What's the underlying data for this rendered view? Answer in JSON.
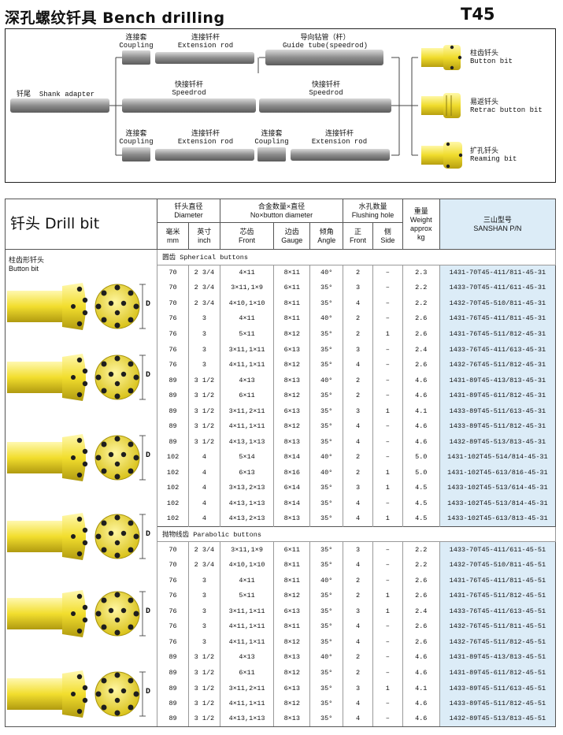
{
  "header": {
    "title": "深孔螺纹钎具 Bench drilling",
    "model": "T45"
  },
  "diagram": {
    "shank": {
      "cn": "钎尾",
      "en": "Shank adapter"
    },
    "row1": [
      {
        "cn": "连接套",
        "en": "Coupling"
      },
      {
        "cn": "连接钎杆",
        "en": "Extension rod"
      },
      {
        "cn": "导向钻管（杆）",
        "en": "Guide tube(speedrod)"
      }
    ],
    "row2": [
      {
        "cn": "快接钎杆",
        "en": "Speedrod"
      },
      {
        "cn": "快接钎杆",
        "en": "Speedrod"
      }
    ],
    "row3": [
      {
        "cn": "连接套",
        "en": "Coupling"
      },
      {
        "cn": "连接钎杆",
        "en": "Extension rod"
      },
      {
        "cn": "连接套",
        "en": "Coupling"
      },
      {
        "cn": "连接钎杆",
        "en": "Extension rod"
      }
    ],
    "bits": [
      {
        "cn": "柱齿钎头",
        "en": "Button bit"
      },
      {
        "cn": "易返钎头",
        "en": "Retrac button bit"
      },
      {
        "cn": "扩孔钎头",
        "en": "Reaming bit"
      }
    ]
  },
  "table": {
    "title": "钎头 Drill bit",
    "headers": {
      "diameter": "钎头直径\nDiameter",
      "mm": "毫米\nmm",
      "inch": "英寸\ninch",
      "buttons": "合金数量×直径\nNo×button diameter",
      "front": "芯齿\nFront",
      "gauge": "边齿\nGauge",
      "angle": "倾角\nAngle",
      "flushing": "水孔数量\nFlushing hole",
      "fhole": "正\nFront",
      "side": "侧\nSide",
      "weight": "重量\nWeight\napprox\nkg",
      "pn": "三山型号\nSANSHAN P/N"
    },
    "left_label": "柱齿形钎头\nButton bit",
    "d_label": "D",
    "sections": [
      {
        "label": "圆齿  Spherical buttons",
        "rows": [
          [
            "70",
            "2 3/4",
            "4×11",
            "8×11",
            "40°",
            "2",
            "–",
            "2.3",
            "1431-70T45-411/811-45-31"
          ],
          [
            "70",
            "2 3/4",
            "3×11,1×9",
            "6×11",
            "35°",
            "3",
            "–",
            "2.2",
            "1433-70T45-411/611-45-31"
          ],
          [
            "70",
            "2 3/4",
            "4×10,1×10",
            "8×11",
            "35°",
            "4",
            "–",
            "2.2",
            "1432-70T45-510/811-45-31"
          ],
          [
            "76",
            "3",
            "4×11",
            "8×11",
            "40°",
            "2",
            "–",
            "2.6",
            "1431-76T45-411/811-45-31"
          ],
          [
            "76",
            "3",
            "5×11",
            "8×12",
            "35°",
            "2",
            "1",
            "2.6",
            "1431-76T45-511/812-45-31"
          ],
          [
            "76",
            "3",
            "3×11,1×11",
            "6×13",
            "35°",
            "3",
            "–",
            "2.4",
            "1433-76T45-411/613-45-31"
          ],
          [
            "76",
            "3",
            "4×11,1×11",
            "8×12",
            "35°",
            "4",
            "–",
            "2.6",
            "1432-76T45-511/812-45-31"
          ],
          [
            "89",
            "3 1/2",
            "4×13",
            "8×13",
            "40°",
            "2",
            "–",
            "4.6",
            "1431-89T45-413/813-45-31"
          ],
          [
            "89",
            "3 1/2",
            "6×11",
            "8×12",
            "35°",
            "2",
            "–",
            "4.6",
            "1431-89T45-611/812-45-31"
          ],
          [
            "89",
            "3 1/2",
            "3×11,2×11",
            "6×13",
            "35°",
            "3",
            "1",
            "4.1",
            "1433-89T45-511/613-45-31"
          ],
          [
            "89",
            "3 1/2",
            "4×11,1×11",
            "8×12",
            "35°",
            "4",
            "–",
            "4.6",
            "1433-89T45-511/812-45-31"
          ],
          [
            "89",
            "3 1/2",
            "4×13,1×13",
            "8×13",
            "35°",
            "4",
            "–",
            "4.6",
            "1432-89T45-513/813-45-31"
          ],
          [
            "102",
            "4",
            "5×14",
            "8×14",
            "40°",
            "2",
            "–",
            "5.0",
            "1431-102T45-514/814-45-31"
          ],
          [
            "102",
            "4",
            "6×13",
            "8×16",
            "40°",
            "2",
            "1",
            "5.0",
            "1431-102T45-613/816-45-31"
          ],
          [
            "102",
            "4",
            "3×13,2×13",
            "6×14",
            "35°",
            "3",
            "1",
            "4.5",
            "1433-102T45-513/614-45-31"
          ],
          [
            "102",
            "4",
            "4×13,1×13",
            "8×14",
            "35°",
            "4",
            "–",
            "4.5",
            "1433-102T45-513/814-45-31"
          ],
          [
            "102",
            "4",
            "4×13,2×13",
            "8×13",
            "35°",
            "4",
            "1",
            "4.5",
            "1433-102T45-613/813-45-31"
          ]
        ]
      },
      {
        "label": "抛物线齿  Parabolic buttons",
        "rows": [
          [
            "70",
            "2 3/4",
            "3×11,1×9",
            "6×11",
            "35°",
            "3",
            "–",
            "2.2",
            "1433-70T45-411/611-45-51"
          ],
          [
            "70",
            "2 3/4",
            "4×10,1×10",
            "8×11",
            "35°",
            "4",
            "–",
            "2.2",
            "1432-70T45-510/811-45-51"
          ],
          [
            "76",
            "3",
            "4×11",
            "8×11",
            "40°",
            "2",
            "–",
            "2.6",
            "1431-76T45-411/811-45-51"
          ],
          [
            "76",
            "3",
            "5×11",
            "8×12",
            "35°",
            "2",
            "1",
            "2.6",
            "1431-76T45-511/812-45-51"
          ],
          [
            "76",
            "3",
            "3×11,1×11",
            "6×13",
            "35°",
            "3",
            "1",
            "2.4",
            "1433-76T45-411/613-45-51"
          ],
          [
            "76",
            "3",
            "4×11,1×11",
            "8×11",
            "35°",
            "4",
            "–",
            "2.6",
            "1432-76T45-511/811-45-51"
          ],
          [
            "76",
            "3",
            "4×11,1×11",
            "8×12",
            "35°",
            "4",
            "–",
            "2.6",
            "1432-76T45-511/812-45-51"
          ],
          [
            "89",
            "3 1/2",
            "4×13",
            "8×13",
            "40°",
            "2",
            "–",
            "4.6",
            "1431-89T45-413/813-45-51"
          ],
          [
            "89",
            "3 1/2",
            "6×11",
            "8×12",
            "35°",
            "2",
            "–",
            "4.6",
            "1431-89T45-611/812-45-51"
          ],
          [
            "89",
            "3 1/2",
            "3×11,2×11",
            "6×13",
            "35°",
            "3",
            "1",
            "4.1",
            "1433-89T45-511/613-45-51"
          ],
          [
            "89",
            "3 1/2",
            "4×11,1×11",
            "8×12",
            "35°",
            "4",
            "–",
            "4.6",
            "1433-89T45-511/812-45-51"
          ],
          [
            "89",
            "3 1/2",
            "4×13,1×13",
            "8×13",
            "35°",
            "4",
            "–",
            "4.6",
            "1432-89T45-513/813-45-51"
          ]
        ]
      }
    ]
  },
  "colors": {
    "pn_bg": "#dcecf7",
    "bit_yellow": "#f3e23a",
    "rod_gray": "#9b9b9b"
  }
}
